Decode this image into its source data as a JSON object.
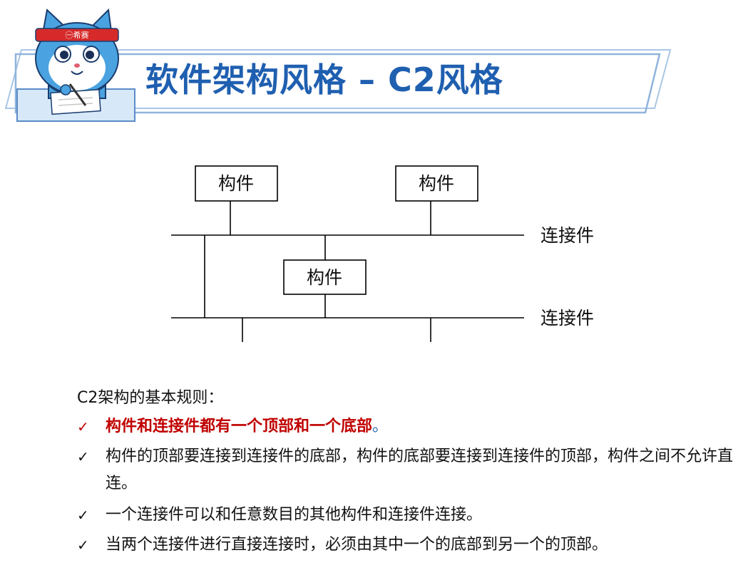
{
  "header": {
    "title": "软件架构风格 – C2风格",
    "mascot_headband": "㊀希赛"
  },
  "diagram": {
    "component_label": "构件",
    "connector_label": "连接件"
  },
  "rules": {
    "heading": "C2架构的基本规则：",
    "items": [
      {
        "text": "构件和连接件都有一个顶部和一个底部",
        "suffix": "。",
        "highlight": true
      },
      {
        "text": "构件的顶部要连接到连接件的底部，构件的底部要连接到连接件的顶部，构件之间不允许直连。",
        "suffix": "",
        "highlight": false
      },
      {
        "text": "一个连接件可以和任意数目的其他构件和连接件连接。",
        "suffix": "",
        "highlight": false
      },
      {
        "text": "当两个连接件进行直接连接时，必须由其中一个的底部到另一个的顶部。",
        "suffix": "",
        "highlight": false
      }
    ]
  },
  "colors": {
    "title": "#1f5fb0",
    "highlight": "#c00000",
    "banner_border": "#8fb4dc"
  }
}
